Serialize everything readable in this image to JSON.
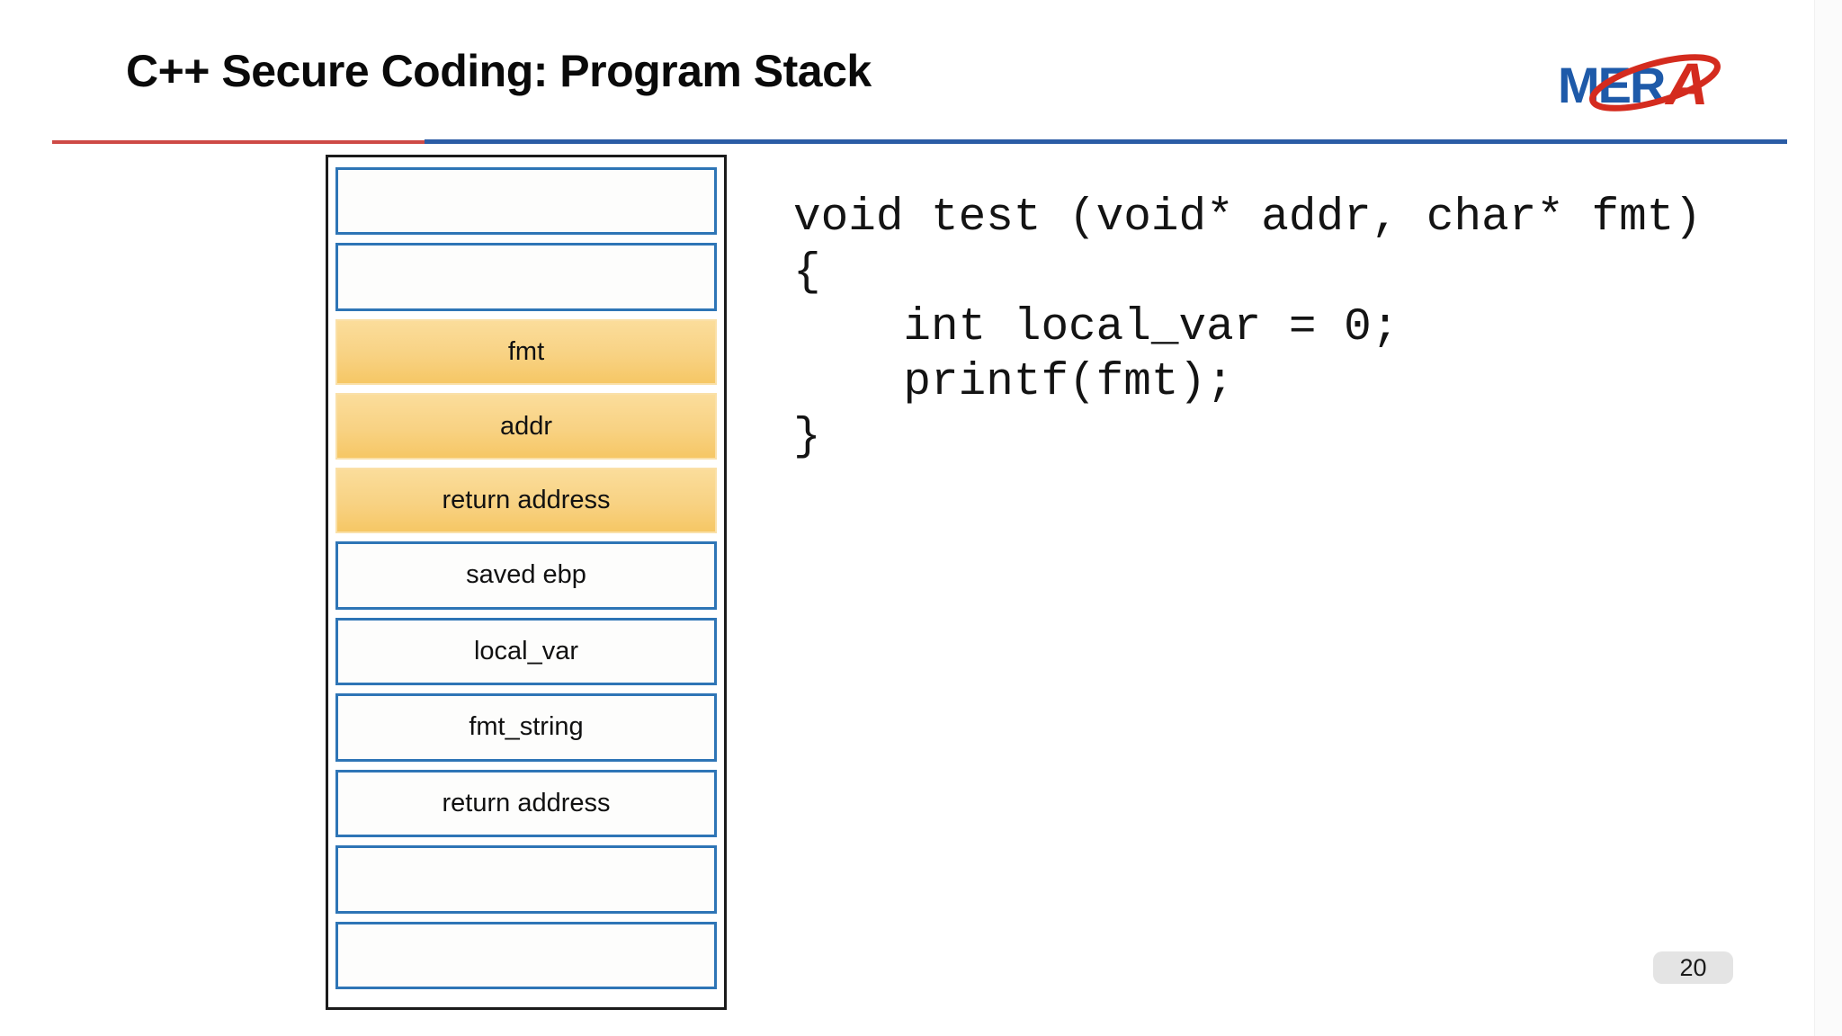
{
  "slide": {
    "title": "C++ Secure Coding: Program Stack",
    "page_number": "20"
  },
  "logo": {
    "text_blue": "MER",
    "text_red": "A",
    "blue_color": "#1e5aa9",
    "red_color": "#d42b1e"
  },
  "divider": {
    "red_color": "#ce4a46",
    "blue_color": "#2b5ca5"
  },
  "stack_diagram": {
    "box_border_color": "#2e75b6",
    "highlight_color_top": "#fbdd9b",
    "highlight_color_bottom": "#f6c765",
    "rows": [
      {
        "label": "",
        "type": "empty"
      },
      {
        "label": "",
        "type": "empty"
      },
      {
        "label": "fmt",
        "type": "highlight"
      },
      {
        "label": "addr",
        "type": "highlight"
      },
      {
        "label": "return address",
        "type": "highlight"
      },
      {
        "label": "saved ebp",
        "type": "normal"
      },
      {
        "label": "local_var",
        "type": "normal"
      },
      {
        "label": "fmt_string",
        "type": "normal"
      },
      {
        "label": "return address",
        "type": "normal"
      },
      {
        "label": "",
        "type": "empty"
      },
      {
        "label": "",
        "type": "empty"
      }
    ]
  },
  "code": {
    "text": "void test (void* addr, char* fmt)\n{\n    int local_var = 0;\n    printf(fmt);\n}"
  }
}
